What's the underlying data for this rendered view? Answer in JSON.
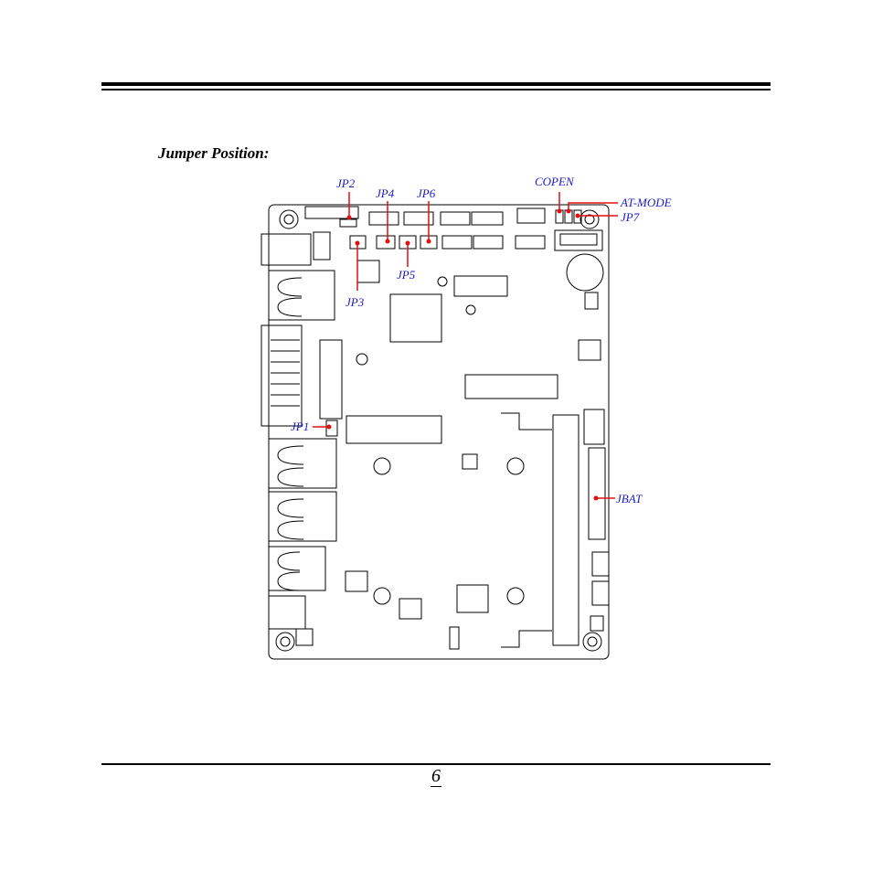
{
  "document": {
    "heading": "Jumper Position:",
    "page_number": "6"
  },
  "diagram": {
    "labels": {
      "jp1": "JP1",
      "jp2": "JP2",
      "jp3": "JP3",
      "jp4": "JP4",
      "jp5": "JP5",
      "jp6": "JP6",
      "jp7": "JP7",
      "copen": "COPEN",
      "at_mode": "AT-MODE",
      "jbat": "JBAT"
    },
    "colors": {
      "label_text": "#1a1acc",
      "pointer_line": "#e01010",
      "board_outline": "#000000"
    }
  }
}
